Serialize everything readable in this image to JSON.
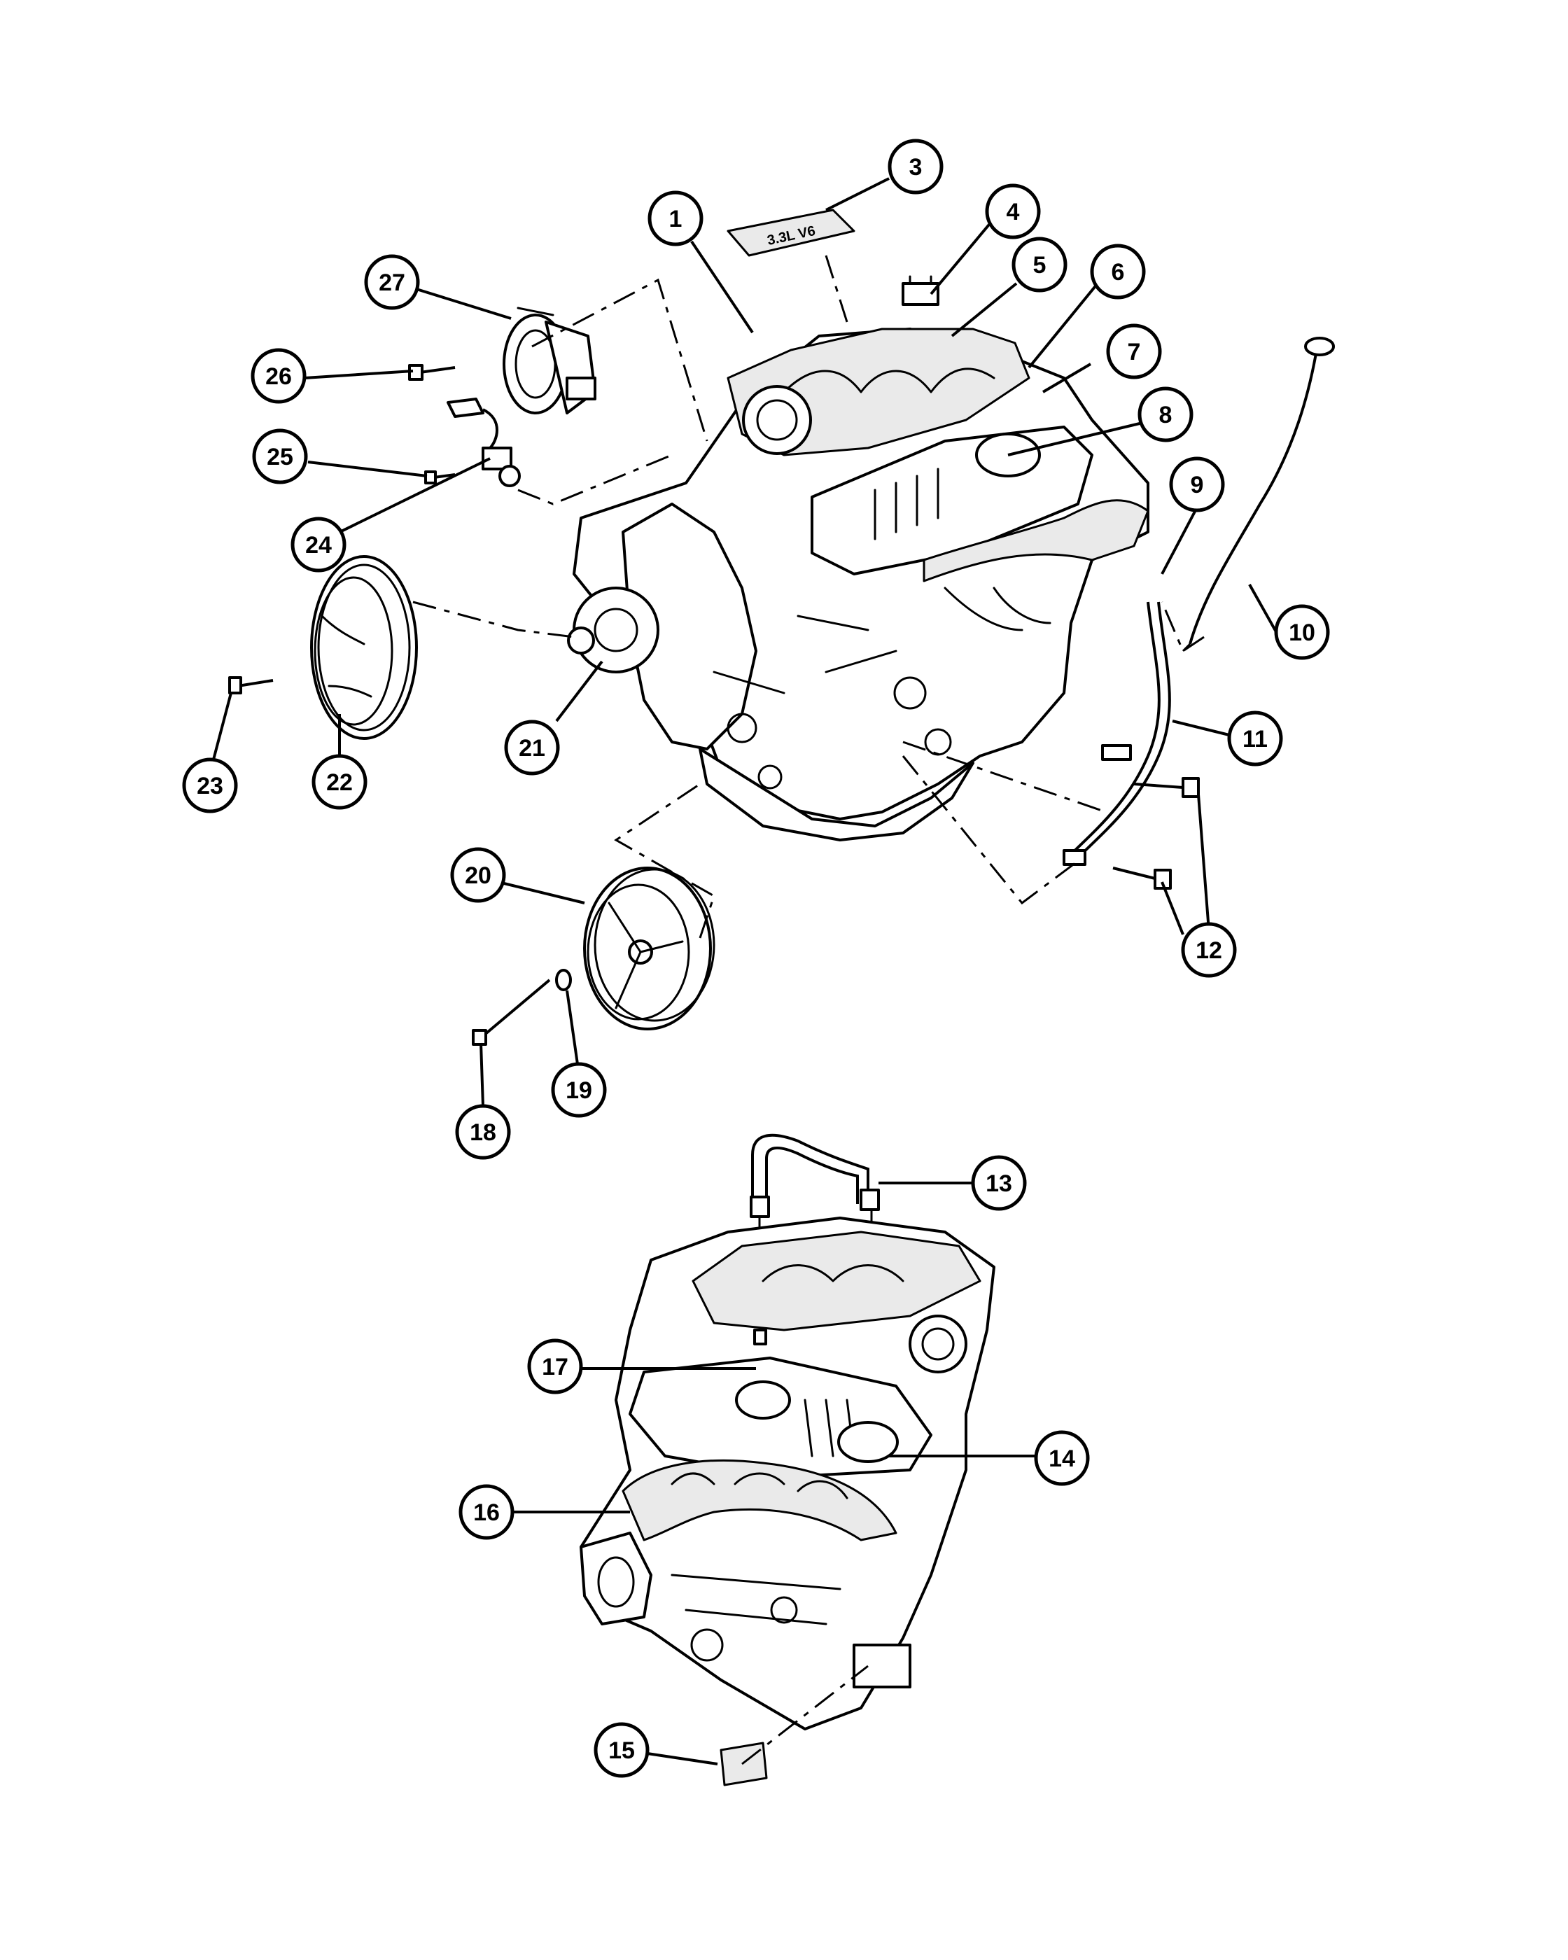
{
  "callouts": [
    {
      "id": "1",
      "label": "1"
    },
    {
      "id": "3",
      "label": "3"
    },
    {
      "id": "4",
      "label": "4"
    },
    {
      "id": "5",
      "label": "5"
    },
    {
      "id": "6",
      "label": "6"
    },
    {
      "id": "7",
      "label": "7"
    },
    {
      "id": "8",
      "label": "8"
    },
    {
      "id": "9",
      "label": "9"
    },
    {
      "id": "10",
      "label": "10"
    },
    {
      "id": "11",
      "label": "11"
    },
    {
      "id": "12",
      "label": "12"
    },
    {
      "id": "13",
      "label": "13"
    },
    {
      "id": "14",
      "label": "14"
    },
    {
      "id": "15",
      "label": "15"
    },
    {
      "id": "16",
      "label": "16"
    },
    {
      "id": "17",
      "label": "17"
    },
    {
      "id": "18",
      "label": "18"
    },
    {
      "id": "19",
      "label": "19"
    },
    {
      "id": "20",
      "label": "20"
    },
    {
      "id": "21",
      "label": "21"
    },
    {
      "id": "22",
      "label": "22"
    },
    {
      "id": "23",
      "label": "23"
    },
    {
      "id": "24",
      "label": "24"
    },
    {
      "id": "25",
      "label": "25"
    },
    {
      "id": "26",
      "label": "26"
    },
    {
      "id": "27",
      "label": "27"
    }
  ],
  "cover_text": "3.3L V6"
}
